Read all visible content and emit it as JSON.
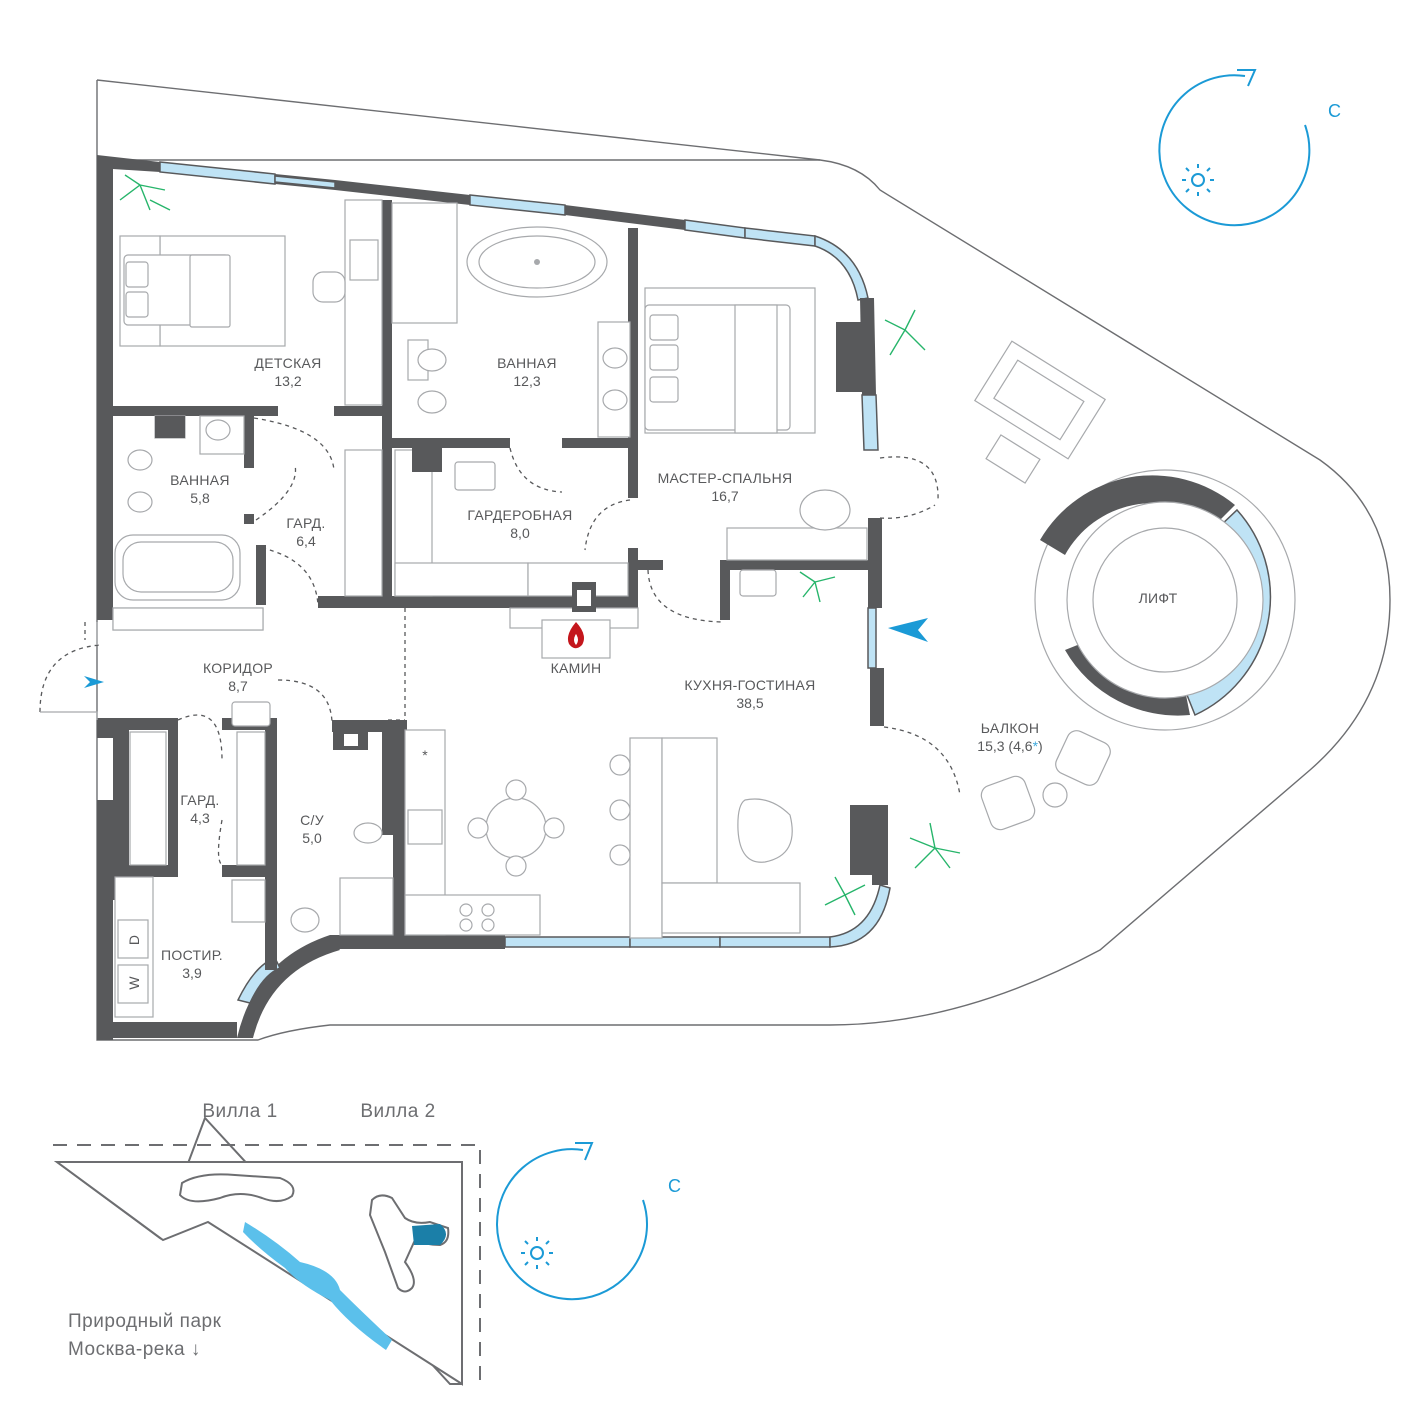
{
  "rooms": {
    "children": {
      "name": "ДЕТСКАЯ",
      "area": "13,2"
    },
    "bath_main": {
      "name": "ВАННАЯ",
      "area": "12,3"
    },
    "bath_small": {
      "name": "ВАННАЯ",
      "area": "5,8"
    },
    "wardrobe_small": {
      "name": "ГАРД.",
      "area": "6,4"
    },
    "dressing": {
      "name": "ГАРДЕРОБНАЯ",
      "area": "8,0"
    },
    "master": {
      "name": "МАСТЕР-СПАЛЬНЯ",
      "area": "16,7"
    },
    "fireplace": {
      "name": "КАМИН"
    },
    "corridor": {
      "name": "КОРИДОР",
      "area": "8,7"
    },
    "kitchen_living": {
      "name": "КУХНЯ-ГОСТИНАЯ",
      "area": "38,5"
    },
    "elevator": {
      "name": "ЛИФТ"
    },
    "balcony": {
      "name": "ЬАЛКОН",
      "area": "15,3 (4,6",
      "area_star": "*",
      "area_close": ")"
    },
    "wardrobe_entry": {
      "name": "ГАРД.",
      "area": "4,3"
    },
    "wc": {
      "name": "С/У",
      "area": "5,0"
    },
    "laundry": {
      "name": "ПОСТИР.",
      "area": "3,9"
    }
  },
  "appliances": {
    "dryer": "D",
    "washer": "W",
    "snow": "*"
  },
  "location": {
    "villa1": "Вилла 1",
    "villa2": "Вилла 2",
    "park_line1": "Природный парк",
    "park_line2": "Москва-река ↓"
  },
  "compass_letter": "С",
  "colors": {
    "wall": "#58595b",
    "window": "#bfe3f5",
    "accent": "#1b9ad6",
    "plant": "#27b56b",
    "fire": "#c4161c",
    "villa_marker": "#1b7fa8"
  },
  "icons": {
    "sun": "sun-icon",
    "arrow": "entrance-arrow-icon",
    "fire": "fire-icon",
    "plant": "plant-icon"
  }
}
